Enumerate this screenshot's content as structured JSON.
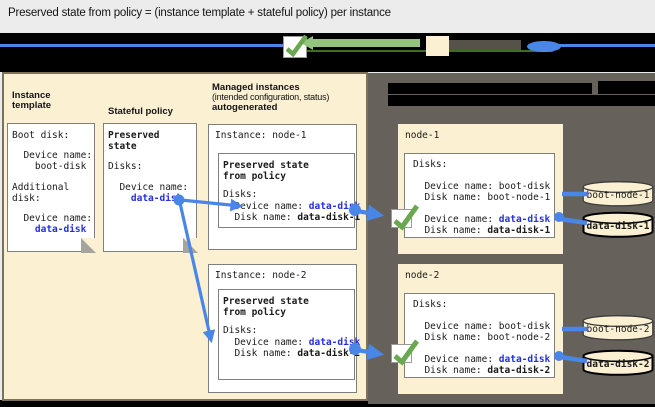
{
  "title": "Preserved state from policy = (instance template + stateful policy) per instance",
  "colors": {
    "cream": "#FBF0D2",
    "panel_dark": "#66615A",
    "blue_text": "#2230DF",
    "blue_connector": "#4A86E8",
    "green_check": "#6AA84F",
    "green_arrow": "#93C47D",
    "band_black": "#000000"
  },
  "legend_band": {
    "redacted": true,
    "items": [
      "blue-line",
      "check-box",
      "green-arrow-left",
      "cream-swatch",
      "gray-bar",
      "blue-disk-pill"
    ]
  },
  "left_panel": {
    "headings": {
      "instance_template": "Instance template",
      "stateful_policy": "Stateful policy",
      "managed_line1": "Managed instances",
      "managed_line2": "(intended configuration, status)",
      "managed_line3": "autogenerated"
    },
    "instance_template_doc": {
      "lines": [
        [
          "Boot disk:"
        ],
        [],
        [
          "  Device name:"
        ],
        [
          "    boot-disk"
        ],
        [],
        [
          "Additional"
        ],
        [
          "disk:"
        ],
        [],
        [
          "  Device name:"
        ],
        [
          "    ",
          {
            "t": "data-disk",
            "s": "bb"
          }
        ]
      ]
    },
    "stateful_policy_doc": {
      "lines": [
        [
          {
            "t": "Preserved",
            "s": "b"
          }
        ],
        [
          {
            "t": "state",
            "s": "b"
          }
        ],
        [],
        [
          "Disks:"
        ],
        [],
        [
          "  Device name:"
        ],
        [
          "    ",
          {
            "t": "data-disk",
            "s": "bb"
          }
        ]
      ]
    },
    "instances": [
      {
        "title": "Instance: node-1",
        "inner": {
          "lines": [
            [
              {
                "t": "Preserved state",
                "s": "b"
              }
            ],
            [
              {
                "t": "from policy",
                "s": "b"
              }
            ],
            [],
            [
              "Disks:"
            ],
            [
              "  Device name: ",
              {
                "t": "data-disk",
                "s": "bb"
              }
            ],
            [
              "  Disk name: ",
              {
                "t": "data-disk-1",
                "s": "b"
              }
            ]
          ]
        }
      },
      {
        "title": "Instance: node-2",
        "inner": {
          "lines": [
            [
              {
                "t": "Preserved state",
                "s": "b"
              }
            ],
            [
              {
                "t": "from policy",
                "s": "b"
              }
            ],
            [],
            [
              "Disks:"
            ],
            [
              "  Device name: ",
              {
                "t": "data-disk",
                "s": "bb"
              }
            ],
            [
              "  Disk name: ",
              {
                "t": "data-disk-2",
                "s": "b"
              }
            ]
          ]
        }
      }
    ]
  },
  "right_panel": {
    "redacted_heading_lines": 2,
    "nodes": [
      {
        "name": "node-1",
        "disks_box": {
          "lines": [
            [
              "Disks:"
            ],
            [],
            [
              "  Device name: boot-disk"
            ],
            [
              "  Disk name: boot-node-1"
            ],
            [],
            [
              "  Device name: ",
              {
                "t": "data-disk",
                "s": "bb"
              }
            ],
            [
              "  Disk name: ",
              {
                "t": "data-disk-1",
                "s": "b"
              }
            ]
          ]
        },
        "cylinders": [
          {
            "label": "boot-node-1",
            "bold": false
          },
          {
            "label": "data-disk-1",
            "bold": true
          }
        ]
      },
      {
        "name": "node-2",
        "disks_box": {
          "lines": [
            [
              "Disks:"
            ],
            [],
            [
              "  Device name: boot-disk"
            ],
            [
              "  Disk name: boot-node-2"
            ],
            [],
            [
              "  Device name: ",
              {
                "t": "data-disk",
                "s": "bb"
              }
            ],
            [
              "  Disk name: ",
              {
                "t": "data-disk-2",
                "s": "b"
              }
            ]
          ]
        },
        "cylinders": [
          {
            "label": "boot-node-2",
            "bold": false
          },
          {
            "label": "data-disk-2",
            "bold": true
          }
        ]
      }
    ]
  }
}
